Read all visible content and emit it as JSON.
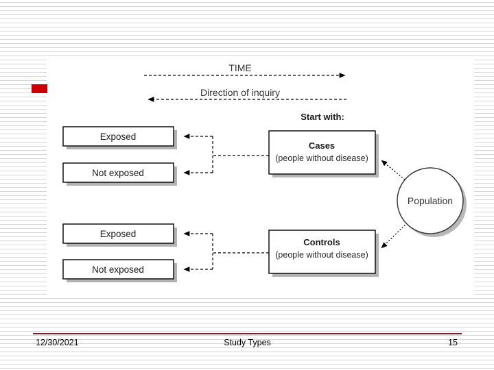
{
  "slide": {
    "accent_color": "#cc0000",
    "footer_rule_color": "#7b2034",
    "background": "striped-white"
  },
  "diagram": {
    "title_axis": {
      "time_label": "TIME",
      "inquiry_label": "Direction of inquiry"
    },
    "start_with_label": "Start with:",
    "population": {
      "label": "Population"
    },
    "groups": [
      {
        "id": "cases",
        "title": "Cases",
        "subtitle": "(people without disease)",
        "outcomes": [
          {
            "label": "Exposed"
          },
          {
            "label": "Not exposed"
          }
        ]
      },
      {
        "id": "controls",
        "title": "Controls",
        "subtitle": "(people without disease)",
        "outcomes": [
          {
            "label": "Exposed"
          },
          {
            "label": "Not exposed"
          }
        ]
      }
    ]
  },
  "footer": {
    "date": "12/30/2021",
    "title": "Study Types",
    "page_number": "15"
  }
}
